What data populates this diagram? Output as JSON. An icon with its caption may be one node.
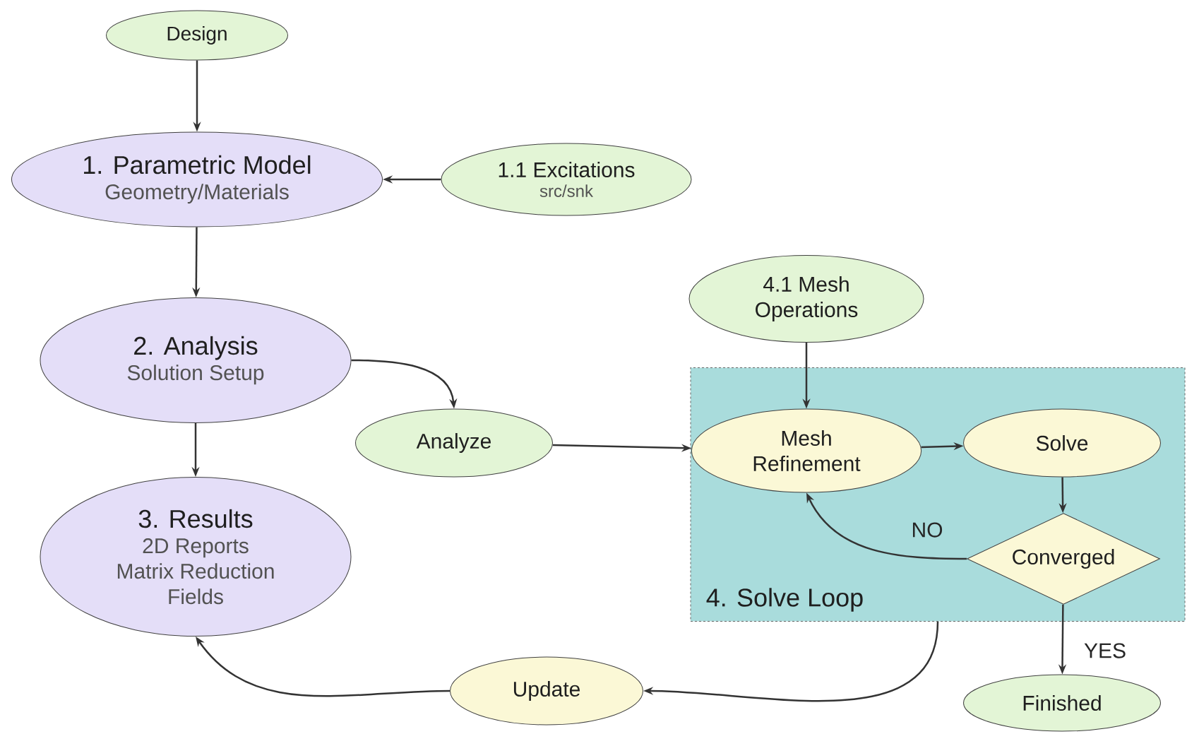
{
  "diagram": {
    "nodes": [
      {
        "text": [
          "Design"
        ]
      },
      {
        "text": [
          "1. Parametric Model",
          "Geometry/Materials"
        ]
      },
      {
        "text": [
          "1.1 Excitations",
          "src/snk"
        ]
      },
      {
        "text": [
          "4.1 Mesh Operations"
        ]
      },
      {
        "text": [
          "2. Analysis",
          "Solution Setup"
        ]
      },
      {
        "text": [
          "Analyze"
        ]
      },
      {
        "text": [
          "4. Solve Loop"
        ]
      },
      {
        "text": [
          "Mesh Refinement"
        ],
        "in": 6
      },
      {
        "text": [
          "Solve"
        ],
        "in": 6
      },
      {
        "text": [
          "Converged"
        ],
        "in": 6
      },
      {
        "text": [
          "3. Results",
          "2D Reports",
          "Matrix Reduction",
          "Fields"
        ]
      },
      {
        "text": [
          "Update"
        ]
      },
      {
        "text": [
          "Finished"
        ]
      }
    ],
    "edges": [
      {
        "from": 0,
        "to": 1,
        "arrow": "to"
      },
      {
        "from": 2,
        "to": 1,
        "arrow": "to"
      },
      {
        "from": 1,
        "to": 4,
        "arrow": "to"
      },
      {
        "from": 4,
        "to": 5,
        "arrow": "to"
      },
      {
        "from": 4,
        "to": 10,
        "arrow": "to"
      },
      {
        "from": 5,
        "to": 7,
        "arrow": "to"
      },
      {
        "from": 3,
        "to": 7,
        "arrow": "to"
      },
      {
        "from": 7,
        "to": 8,
        "arrow": "to"
      },
      {
        "from": 8,
        "to": 9,
        "arrow": "to"
      },
      {
        "from": 9,
        "to": 7,
        "arrow": "to",
        "label": "NO"
      },
      {
        "from": 9,
        "to": 12,
        "arrow": "to",
        "label": "YES"
      },
      {
        "from": 6,
        "to": 11,
        "arrow": "to"
      },
      {
        "from": 11,
        "to": 10,
        "arrow": "to"
      }
    ]
  }
}
